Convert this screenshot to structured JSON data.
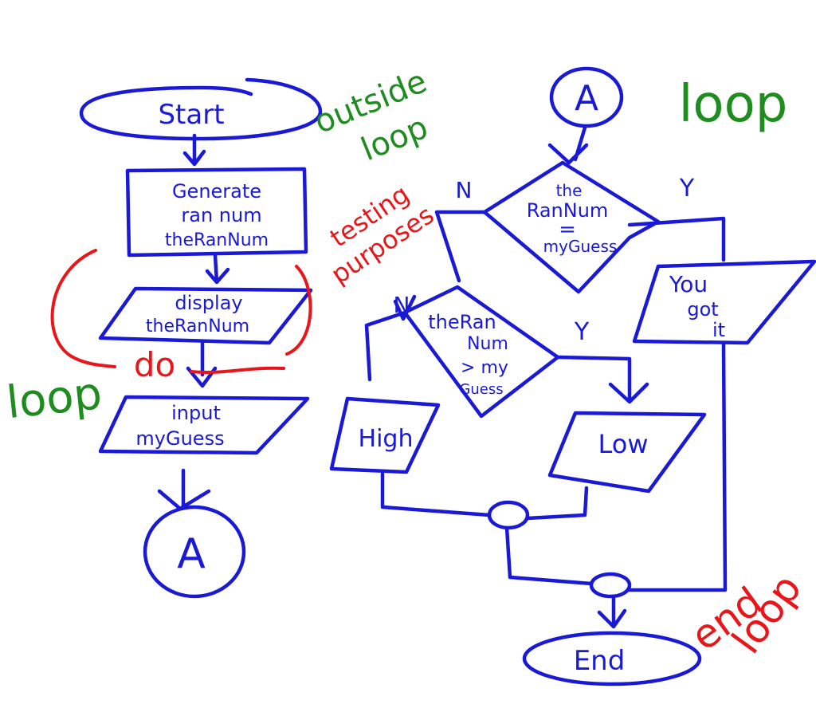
{
  "colors": {
    "flow": "#1a1ad6",
    "annotation_green": "#1f8c1f",
    "annotation_red": "#e8161b",
    "background": "#ffffff"
  },
  "nodes": {
    "start": "Start",
    "generate": [
      "Generate",
      "ran num",
      "theRanNum"
    ],
    "display": [
      "display",
      "theRanNum"
    ],
    "input": [
      "input",
      "myGuess"
    ],
    "connector_left": "A",
    "connector_right": "A",
    "decision_equal": [
      "the",
      "RanNum",
      "=",
      "myGuess"
    ],
    "decision_greater": [
      "theRan",
      "Num",
      "> my",
      "Guess"
    ],
    "high": "High",
    "low": "Low",
    "you_got_it": [
      "You",
      "got",
      "it"
    ],
    "end": "End"
  },
  "branch_labels": {
    "equal_no": "N",
    "equal_yes": "Y",
    "greater_no": "N",
    "greater_yes": "Y"
  },
  "annotations": {
    "outside_loop": [
      "outside",
      "loop"
    ],
    "testing_purposes": [
      "testing",
      "purposes"
    ],
    "do": "do",
    "loop_left": "loop",
    "loop_right": "loop",
    "end_loop": [
      "end",
      "loop"
    ]
  }
}
